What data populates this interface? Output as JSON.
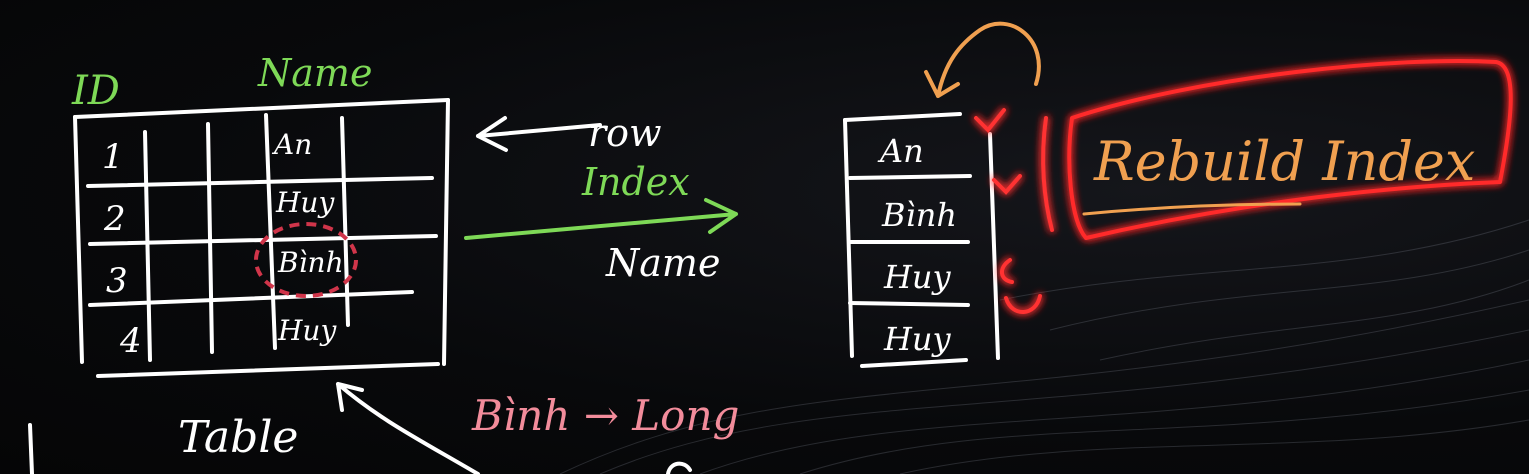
{
  "table": {
    "id_header": "ID",
    "name_header": "Name",
    "ids": [
      "1",
      "2",
      "3",
      "4"
    ],
    "names": [
      "An",
      "Huy",
      "Bình",
      "Huy"
    ],
    "caption": "Table"
  },
  "arrows": {
    "row_label": "row",
    "index_label": "Index",
    "index_on_label": "Name"
  },
  "update_note": "Bình → Long",
  "index": {
    "entries": [
      "An",
      "Bình",
      "Huy",
      "Huy"
    ]
  },
  "callout": {
    "label": "Rebuild Index"
  },
  "colors": {
    "chalk": "#ffffff",
    "green": "#7ed957",
    "pink": "#f28c9b",
    "orange": "#f0a050",
    "red_glow": "#ff2222"
  }
}
